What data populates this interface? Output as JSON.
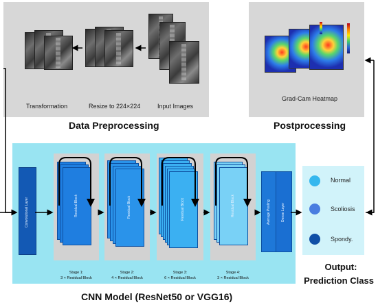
{
  "preprocessing": {
    "title": "Data Preprocessing",
    "labels": {
      "transformation": "Transformation",
      "resize": "Resize to 224×224",
      "input": "Input Images"
    }
  },
  "postprocessing": {
    "title": "Postprocessing",
    "heatmap_label": "Grad-Cam Heatmap"
  },
  "cnn": {
    "title": "CNN Model (ResNet50 or VGG16)",
    "conv_layer": "Convolutional Layer",
    "residual_block": "Residual Block",
    "avg_pooling": "Average Pooling",
    "dense_layer": "Dense Layer",
    "stages": [
      {
        "name": "Stage 1:",
        "desc": "3 × Residual Block"
      },
      {
        "name": "Stage 2:",
        "desc": "4 × Residual Block"
      },
      {
        "name": "Stage 3:",
        "desc": "6 × Residual Block"
      },
      {
        "name": "Stage 4:",
        "desc": "3 × Residual Block"
      }
    ]
  },
  "output": {
    "title_line1": "Output:",
    "title_line2": "Prediction Class",
    "classes": [
      {
        "label": "Normal",
        "color": "#35b7ee"
      },
      {
        "label": "Scoliosis",
        "color": "#4a7de0"
      },
      {
        "label": "Spondy.",
        "color": "#104fa6"
      }
    ]
  },
  "colors": {
    "panel_gray": "#d7d7d7",
    "cnn_bg": "#99e4f2",
    "conv_layer": "#1359b4",
    "stage1": "#1f7ee0",
    "stage2": "#2a93ea",
    "stage3": "#3bb0f2",
    "stage4": "#79d1f6",
    "pool": "#1e78d8",
    "dense": "#1a6fd2"
  }
}
